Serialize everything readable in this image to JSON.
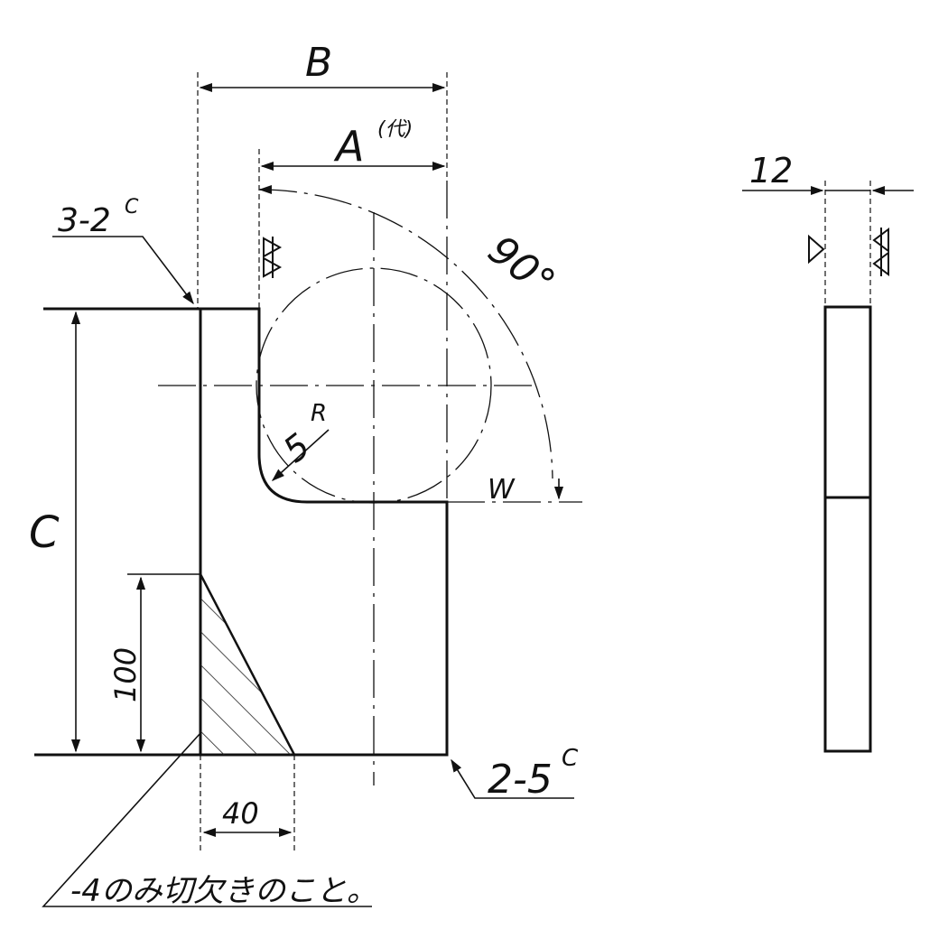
{
  "colors": {
    "ink": "#111111",
    "paper": "#ffffff",
    "hatch": "#222222"
  },
  "dimensions": {
    "B": "B",
    "A": "A",
    "A_suffix": "(代)",
    "C": "C",
    "W": "W",
    "angle": "90°",
    "radius": "5",
    "radius_unit": "R",
    "height_100": "100",
    "width_40": "40",
    "thickness": "12"
  },
  "chamfers": {
    "top": "3-2",
    "top_sup": "C",
    "bottom": "2-5",
    "bottom_sup": "C"
  },
  "notes": {
    "cutout_note": "-4のみ切欠きのこと。"
  },
  "symbols": {
    "weld_left": "fillet-weld-symbol",
    "weld_side_left": "fillet-weld-symbol",
    "weld_side_right": "double-fillet-weld-symbol"
  }
}
